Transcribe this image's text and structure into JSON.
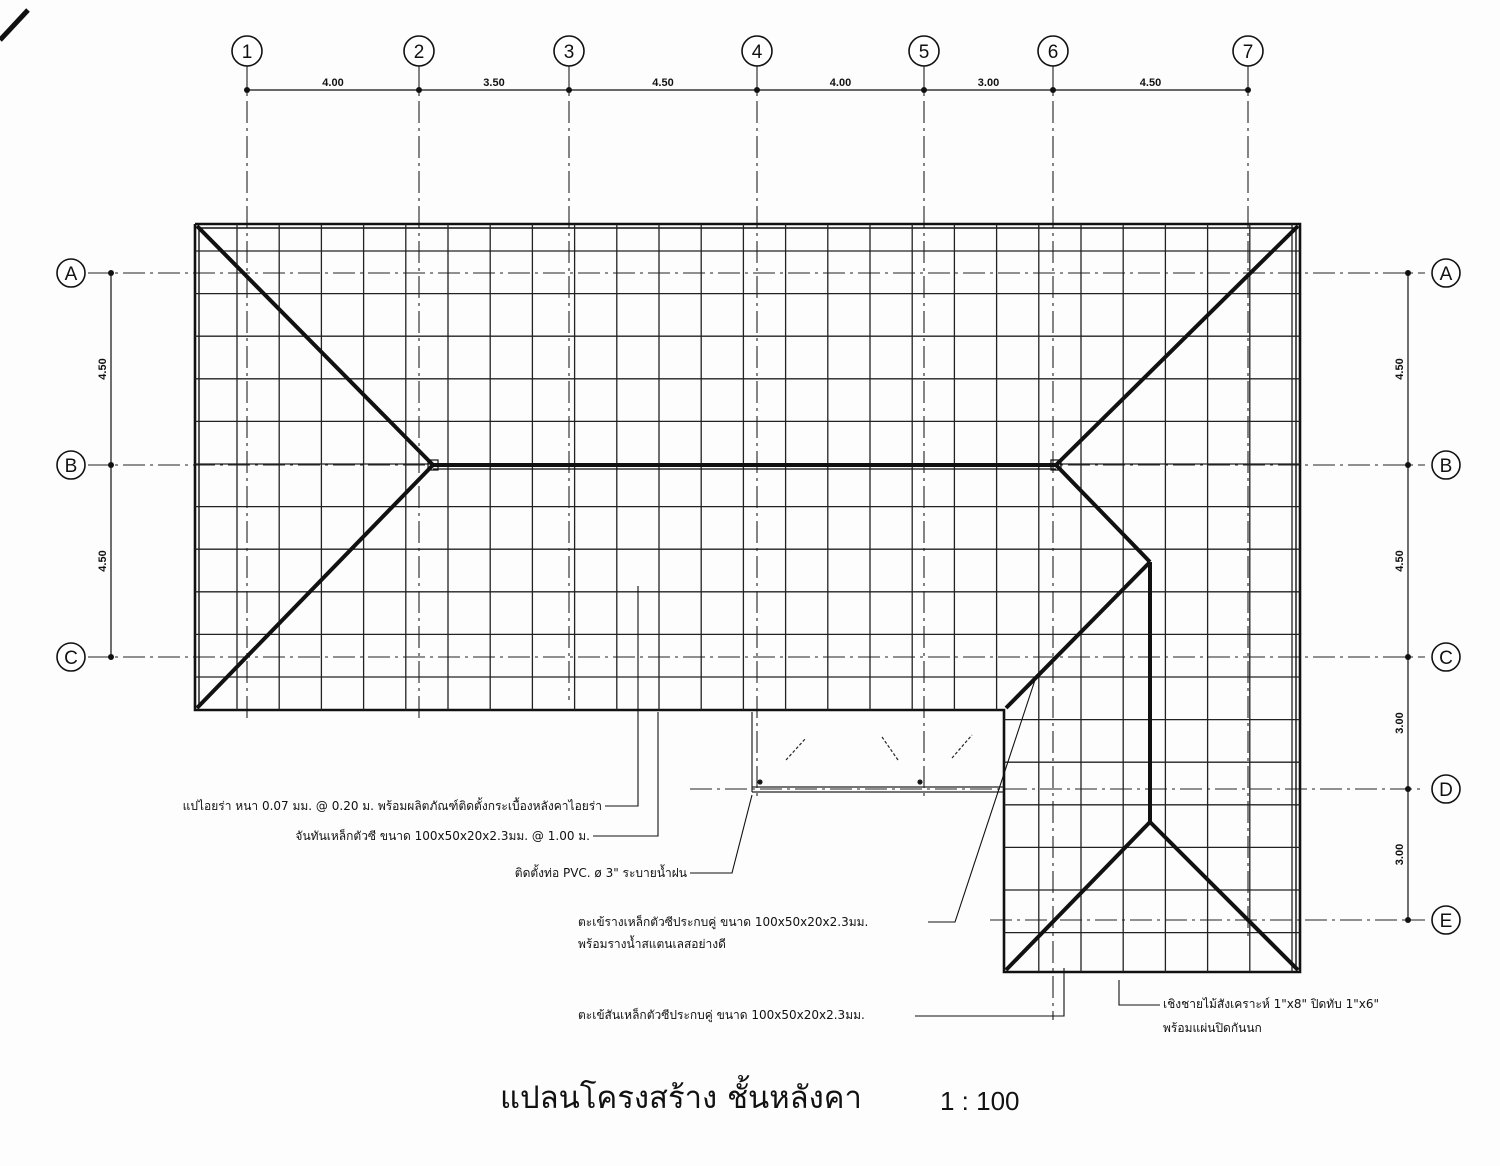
{
  "drawing": {
    "title": "แปลนโครงสร้าง ชั้นหลังคา",
    "scale": "1 : 100"
  },
  "grid_columns": [
    "1",
    "2",
    "3",
    "4",
    "5",
    "6",
    "7"
  ],
  "column_spacings": [
    "4.00",
    "3.50",
    "4.50",
    "4.00",
    "3.00",
    "4.50"
  ],
  "grid_rows": [
    "A",
    "B",
    "C",
    "D",
    "E"
  ],
  "row_spacings_left": [
    "4.50",
    "4.50"
  ],
  "row_spacings_right": [
    "4.50",
    "4.50",
    "3.00",
    "3.00"
  ],
  "notes": {
    "purlin": "แปไอยร่า หนา 0.07 มม. @ 0.20 ม. พร้อมผลิตภัณฑ์ติดตั้งกระเบื้องหลังคาไอยร่า",
    "rafter": "จันทันเหล็กตัวซี ขนาด 100x50x20x2.3มม. @ 1.00 ม.",
    "downpipe": "ติดตั้งท่อ PVC. ø 3\" ระบายน้ำฝน",
    "valley_line1": "ตะเข้รางเหล็กตัวซีประกบคู่ ขนาด 100x50x20x2.3มม.",
    "valley_line2": "พร้อมรางน้ำสแตนเลสอย่างดี",
    "hip": "ตะเข้สันเหล็กตัวซีประกบคู่ ขนาด 100x50x20x2.3มม.",
    "fascia_line1": "เชิงชายไม้สังเคราะห์ 1\"x8\" ปิดทับ 1\"x6\"",
    "fascia_line2": "พร้อมแผ่นปิดกันนก"
  }
}
